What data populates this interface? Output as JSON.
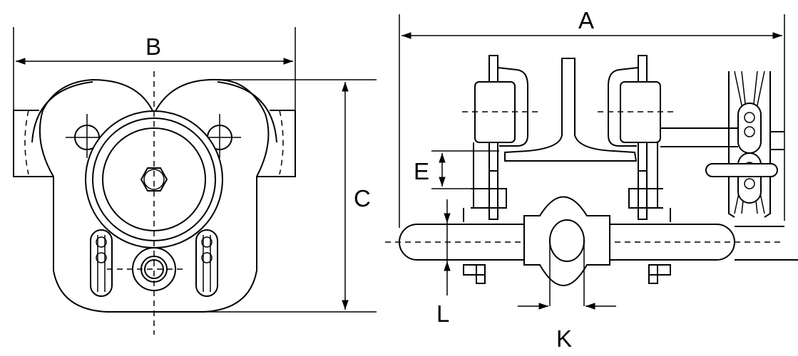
{
  "dimension_labels": {
    "a": "A",
    "b": "B",
    "c": "C",
    "e": "E",
    "k": "K",
    "l": "L"
  }
}
